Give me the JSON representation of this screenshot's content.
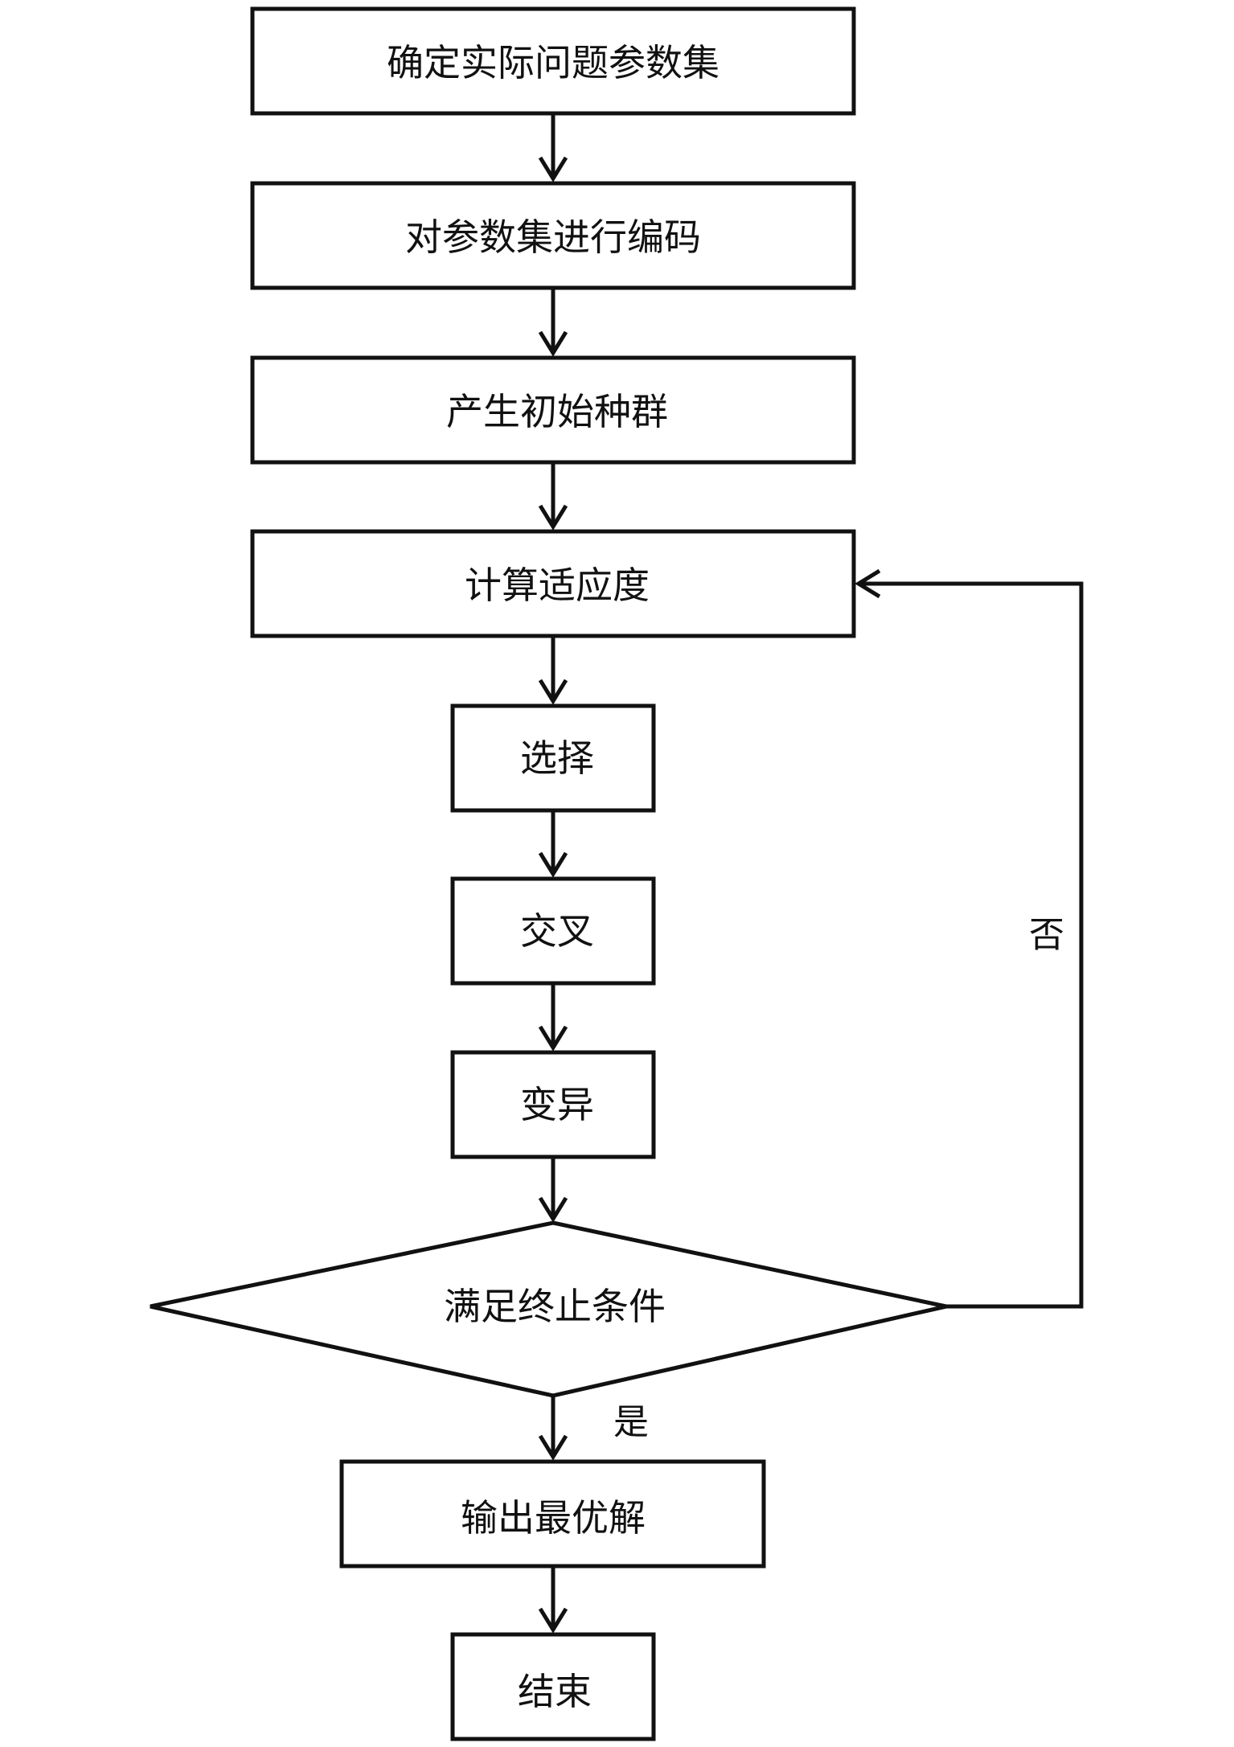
{
  "flowchart": {
    "steps": {
      "define_params": "确定实际问题参数集",
      "encode": "对参数集进行编码",
      "init_population": "产生初始种群",
      "fitness": "计算适应度",
      "selection": "选择",
      "crossover": "交叉",
      "mutation": "变异",
      "termination_check": "满足终止条件",
      "output": "输出最优解",
      "end": "结束"
    },
    "branches": {
      "no": "否",
      "yes": "是"
    }
  }
}
